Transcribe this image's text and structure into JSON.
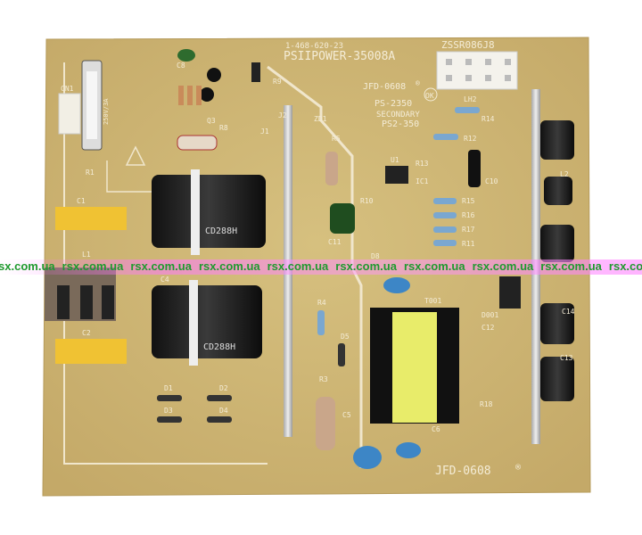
{
  "board": {
    "part_number": "1-468-620-23",
    "model": "PSIIPOWER-35008A",
    "connector_code": "ZSSR086J8",
    "maker_top": "JFD-0608",
    "maker_bottom": "JFD-0608",
    "registered": "®",
    "ps_code": "PS-2350",
    "secondary": "SECONDARY",
    "ps2_code": "PS2-350",
    "ok_mark": "OK",
    "capacitor_print": "CD288H",
    "fuse_print": "250V/3A",
    "labels": [
      "CN1",
      "C8",
      "R9",
      "R8",
      "Q3",
      "J1",
      "J2",
      "ZD1",
      "R5",
      "R1",
      "C1",
      "L1",
      "C2",
      "C4",
      "D1",
      "D2",
      "D3",
      "D4",
      "R4",
      "D5",
      "R3",
      "C5",
      "T001",
      "C6",
      "U1",
      "IC1",
      "R10",
      "C11",
      "D8",
      "R12",
      "R13",
      "R15",
      "R16",
      "R17",
      "R11",
      "C10",
      "LH2",
      "R14",
      "L2",
      "C14",
      "C13",
      "D001",
      "C12",
      "R18"
    ]
  },
  "watermark": {
    "text": "rsx.com.ua",
    "repeat": [
      "rsx.com.ua",
      "rsx.com.ua",
      "rsx.com.ua",
      "rsx.com.ua",
      "rsx.com.ua",
      "rsx.com.ua",
      "rsx.com.ua",
      "rsx.com.ua",
      "rsx.com.ua",
      "rsx.com.ua"
    ],
    "text_color": "#1f9a2e",
    "band_color": "#ff88ff"
  }
}
